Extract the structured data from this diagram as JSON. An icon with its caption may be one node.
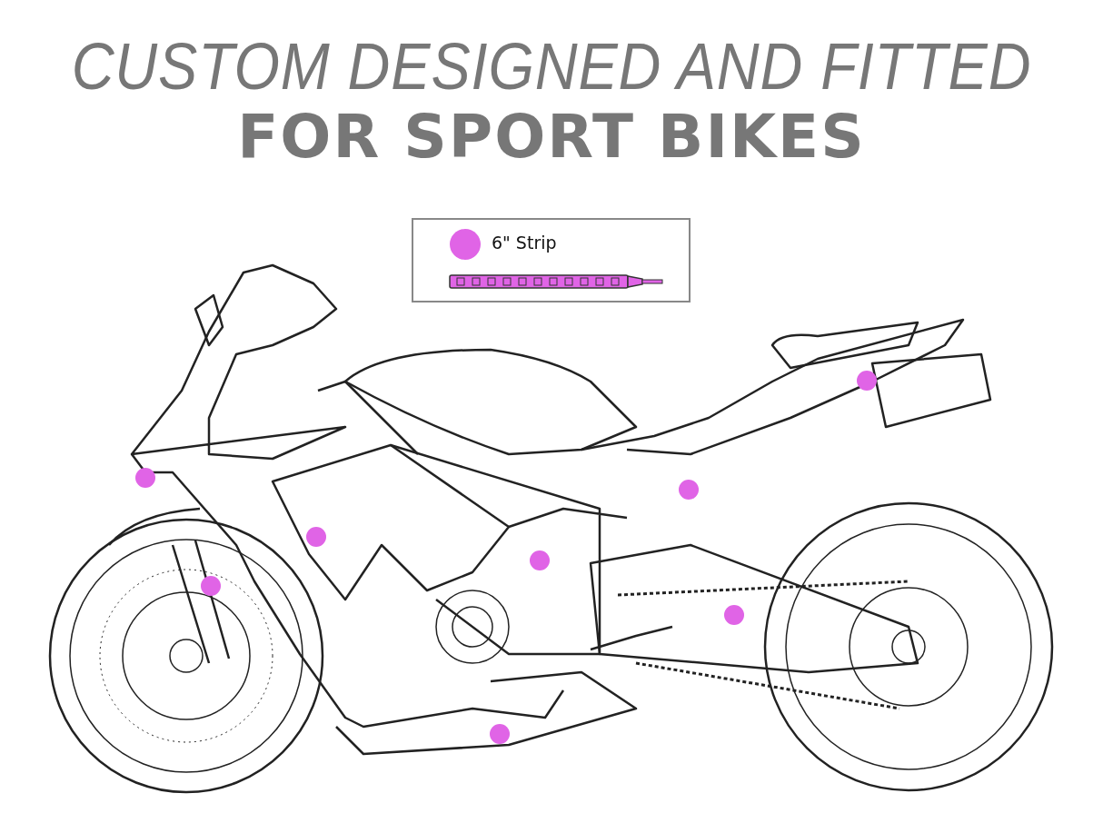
{
  "diagram": {
    "title": "CUSTOM DESIGNED AND FITTED",
    "labels": [
      "FOR SPORT BIKES"
    ],
    "legend": [
      {
        "text": "6\" Strip",
        "color": "#e064e6"
      }
    ]
  }
}
